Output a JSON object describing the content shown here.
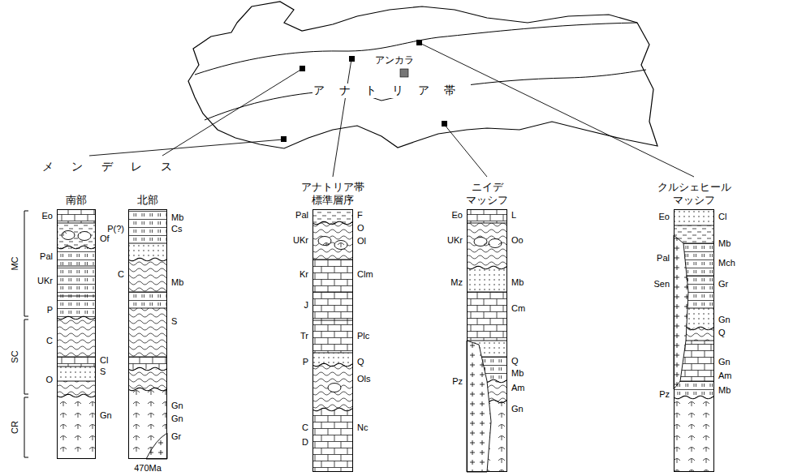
{
  "diagram": {
    "nodes": [
      {
        "text": [
          "メンデレス"
        ]
      },
      {
        "text": [
          "南部"
        ],
        "in": 0
      },
      {
        "text": [
          "北部"
        ],
        "in": 0
      },
      {
        "text": [
          "アナトリア帯 標準層序"
        ]
      },
      {
        "text": [
          "ニイデ マッシフ"
        ]
      },
      {
        "text": [
          "クルシェヒール マッシフ"
        ]
      }
    ],
    "labels": [
      "アンカラ",
      "アナトリア帯",
      "MC",
      "SC",
      "CR",
      "Eo",
      "Pal",
      "UKr",
      "P",
      "C",
      "O",
      "Of",
      "Cl",
      "S",
      "Gn",
      "P(?)",
      "C",
      "Mb",
      "Cs",
      "Mb",
      "S",
      "Gn",
      "Gn",
      "Gr",
      "470Ma",
      "Pal",
      "UKr",
      "Kr",
      "J",
      "Tr",
      "P",
      "C",
      "D",
      "F",
      "O",
      "Ol",
      "Clm",
      "Plc",
      "Q",
      "Ols",
      "Nc",
      "Eo",
      "UKr",
      "Mz",
      "Pz",
      "L",
      "Oo",
      "Mb",
      "Cm",
      "Q",
      "Mb",
      "Am",
      "Gn",
      "Eo",
      "Pal",
      "Sen",
      "Pz",
      "Cl",
      "Mb",
      "Mch",
      "Gr",
      "Gn",
      "Q",
      "Gn",
      "Am",
      "Mb"
    ]
  }
}
